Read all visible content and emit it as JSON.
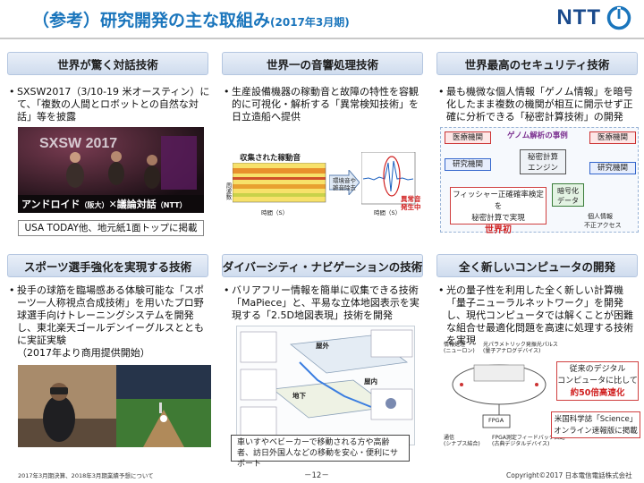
{
  "header": {
    "title": "（参考）研究開発の主な取組み",
    "title_sub": "(2017年3月期)",
    "logo_text": "NTT"
  },
  "panels": {
    "dialogue": {
      "heading": "世界が驚く対話技術",
      "desc": "SXSW2017（3/10-19 米オースティン）にて、「複数の人間とロボットとの自然な対話」等を披露",
      "photo_caption_a": "アンドロイド",
      "photo_caption_b": "（阪大）",
      "photo_caption_c": "✕議論対話",
      "photo_caption_d": "（NTT）",
      "sign_text": "SXSW 2017",
      "note": "USA TODAY他、地元紙1面トップに掲載"
    },
    "sound": {
      "heading": "世界一の音響処理技術",
      "desc": "生産設備機器の稼動音と故障の特性を容観的に可視化・解析する「異常検知技術」を日立造船へ提供",
      "chart_title": "収集された稼動音",
      "freq_label": "周波数",
      "time_label_a": "時間（S）",
      "time_label_b": "時間（S）",
      "process_label": "環境音や雑音除去",
      "anomaly_label": "異常音発生中"
    },
    "security": {
      "heading": "世界最高のセキュリティ技術",
      "desc": "最も機微な個人情報「ゲノム情報」を暗号化したまま複数の機関が相互に開示せず正確に分析できる「秘密計算技術」の開発",
      "diagram_title": "ゲノム解析の事例",
      "org_a": "医療機関",
      "org_b": "研究機関",
      "org_c": "医療機関",
      "org_d": "研究機関",
      "engine_a": "秘密計算",
      "engine_b": "エンジン",
      "data_a": "暗号化",
      "data_b": "データ",
      "test_a": "フィッシャー正確確率検定を",
      "test_b": "秘密計算で実現",
      "first": "世界初",
      "leak_label": "個人情報",
      "block_label": "不正アクセス"
    },
    "sports": {
      "heading": "スポーツ選手強化を実現する技術",
      "desc": "投手の球筋を臨場感ある体験可能な「スポーツ一人称視点合成技術」を用いたプロ野球選手向けトレーニングシステムを開発し、東北楽天ゴールデンイーグルスとともに実証実験",
      "desc_sub": "（2017年より商用提供開始）"
    },
    "navigation": {
      "heading": "ダイバーシティ・ナビゲーションの技術",
      "desc": "バリアフリー情報を簡単に収集できる技術「MaPiece」と、平易な立体地図表示を実現する「2.5D地図表現」技術を開発",
      "map_label_a": "屋外",
      "map_label_b": "地下",
      "map_label_c": "屋内",
      "caption": "車いすやベビーカーで移動される方や高齢者、訪日外国人などの移動を安心・便利にサポート"
    },
    "computer": {
      "heading": "全く新しいコンピュータの開発",
      "desc": "光の量子性を利用した全く新しい計算機「量子ニューラルネットワーク」を開発し、現代コンピュータでは解くことが困難な組合せ最適化問題を高速に処理する技術を実現",
      "box1_a": "従来のデジタル",
      "box1_b": "コンピュータに比して",
      "box1_c": "約50倍高速化",
      "box2_a": "米国科学誌「Science」",
      "box2_b": "オンライン速報版に掲載",
      "diag_a": "情報処理",
      "diag_b": "(ニューロン)",
      "diag_c": "光パラメトリック発振光パルス",
      "diag_d": "(量子アナログデバイス)",
      "diag_e": "FPGA",
      "diag_f": "通信",
      "diag_g": "(シナプス結合)",
      "diag_h": "FPGA測定フィードバック回路",
      "diag_i": "(古典デジタルデバイス)"
    }
  },
  "footer": {
    "left": "2017年3月期決算、2018年3月期業績予想について",
    "page": "－12－",
    "right": "Copyright©2017  日本電信電話株式会社"
  }
}
